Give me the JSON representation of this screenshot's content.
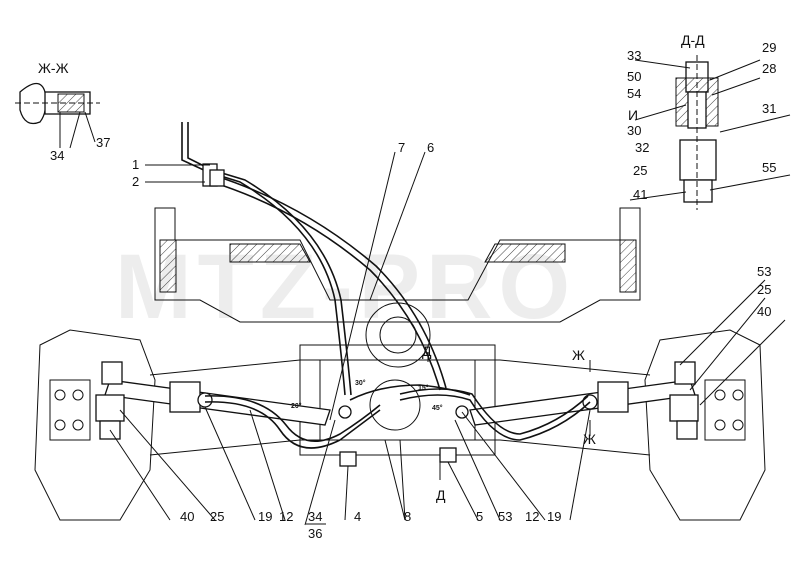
{
  "watermark": "MTZ-PRO",
  "section_labels": {
    "zh_zh": "Ж-Ж",
    "d_d": "Д-Д",
    "d_mark_top": "Д",
    "d_mark_bottom": "Д",
    "zh_mark_top": "Ж",
    "zh_mark_bottom": "Ж",
    "i_mark": "И"
  },
  "angle_labels": {
    "a20": "20°",
    "a30": "30°",
    "a15": "15°",
    "a45": "45°"
  },
  "callouts": {
    "c1": "1",
    "c2": "2",
    "c7": "7",
    "c6": "6",
    "c34_zh": "34",
    "c37": "37",
    "c33": "33",
    "c29": "29",
    "c50": "50",
    "c28": "28",
    "c54": "54",
    "c31": "31",
    "c30": "30",
    "c32": "32",
    "c25_dd": "25",
    "c41": "41",
    "c55": "55",
    "c53_r": "53",
    "c25_r": "25",
    "c40_r": "40",
    "b40": "40",
    "b25": "25",
    "b19l": "19",
    "b12l": "12",
    "b34": "34",
    "b36": "36",
    "b4": "4",
    "b8": "8",
    "b5": "5",
    "b53": "53",
    "b12r": "12",
    "b19r": "19"
  }
}
